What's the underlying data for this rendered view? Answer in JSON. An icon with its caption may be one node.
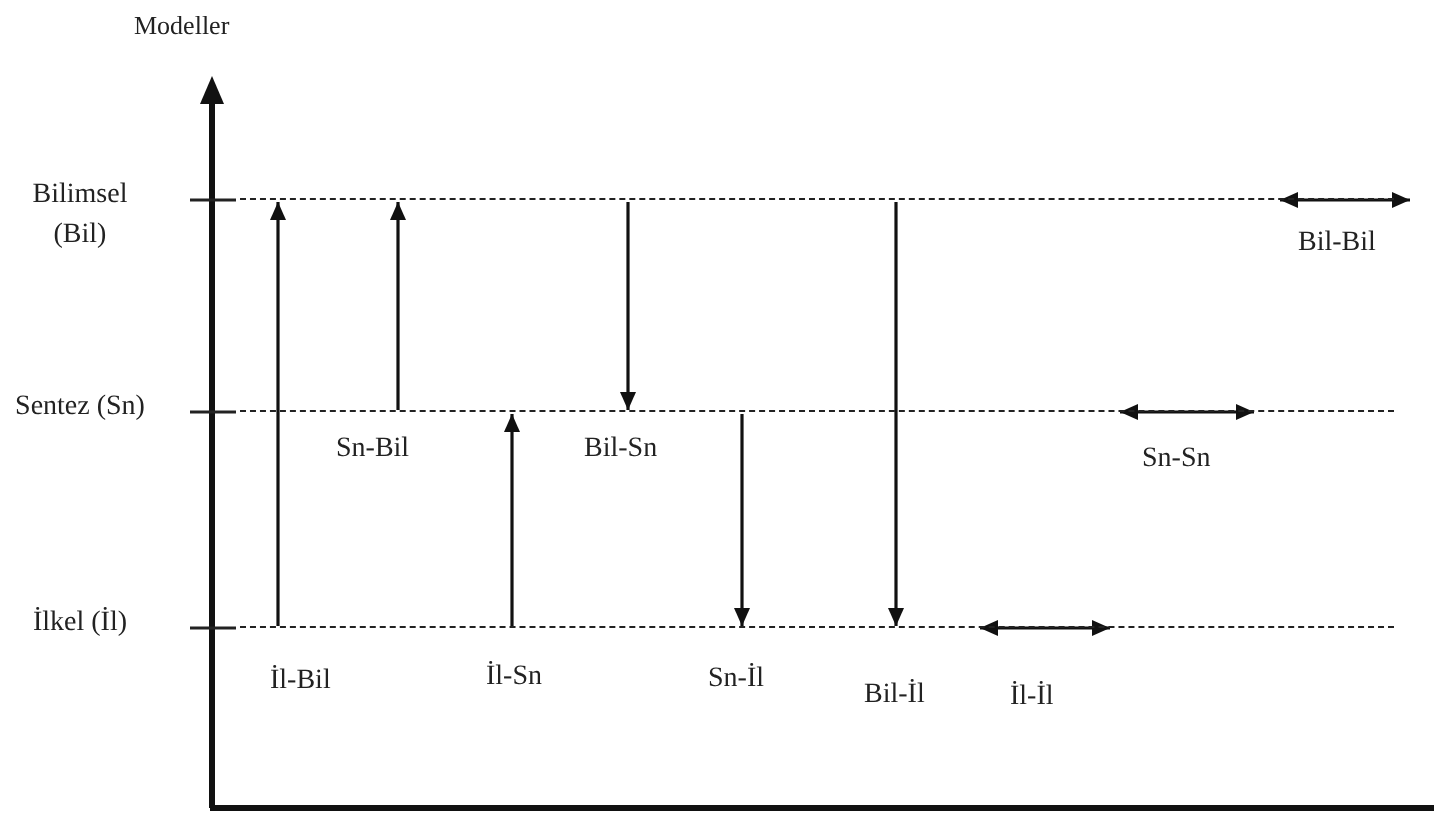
{
  "diagram": {
    "nodes": [
      {
        "text": [
          "Bilimsel (Bil)"
        ]
      },
      {
        "text": [
          "Sentez (Sn)"
        ]
      },
      {
        "text": [
          "İlkel (İl)"
        ]
      }
    ],
    "edges": [
      {
        "from": 2,
        "to": 0,
        "arrow": "to",
        "label": "İl-Bil"
      },
      {
        "from": 1,
        "to": 0,
        "arrow": "to",
        "label": "Sn-Bil"
      },
      {
        "from": 2,
        "to": 1,
        "arrow": "to",
        "label": "İl-Sn"
      },
      {
        "from": 0,
        "to": 1,
        "arrow": "to",
        "label": "Bil-Sn"
      },
      {
        "from": 1,
        "to": 2,
        "arrow": "to",
        "label": "Sn-İl"
      },
      {
        "from": 0,
        "to": 2,
        "arrow": "to",
        "label": "Bil-İl"
      },
      {
        "from": 2,
        "to": 2,
        "arrow": "both",
        "label": "İl-İl"
      },
      {
        "from": 1,
        "to": 1,
        "arrow": "both",
        "label": "Sn-Sn"
      },
      {
        "from": 0,
        "to": 0,
        "arrow": "both",
        "label": "Bil-Bil"
      }
    ],
    "labels": [
      "Modeller"
    ]
  }
}
